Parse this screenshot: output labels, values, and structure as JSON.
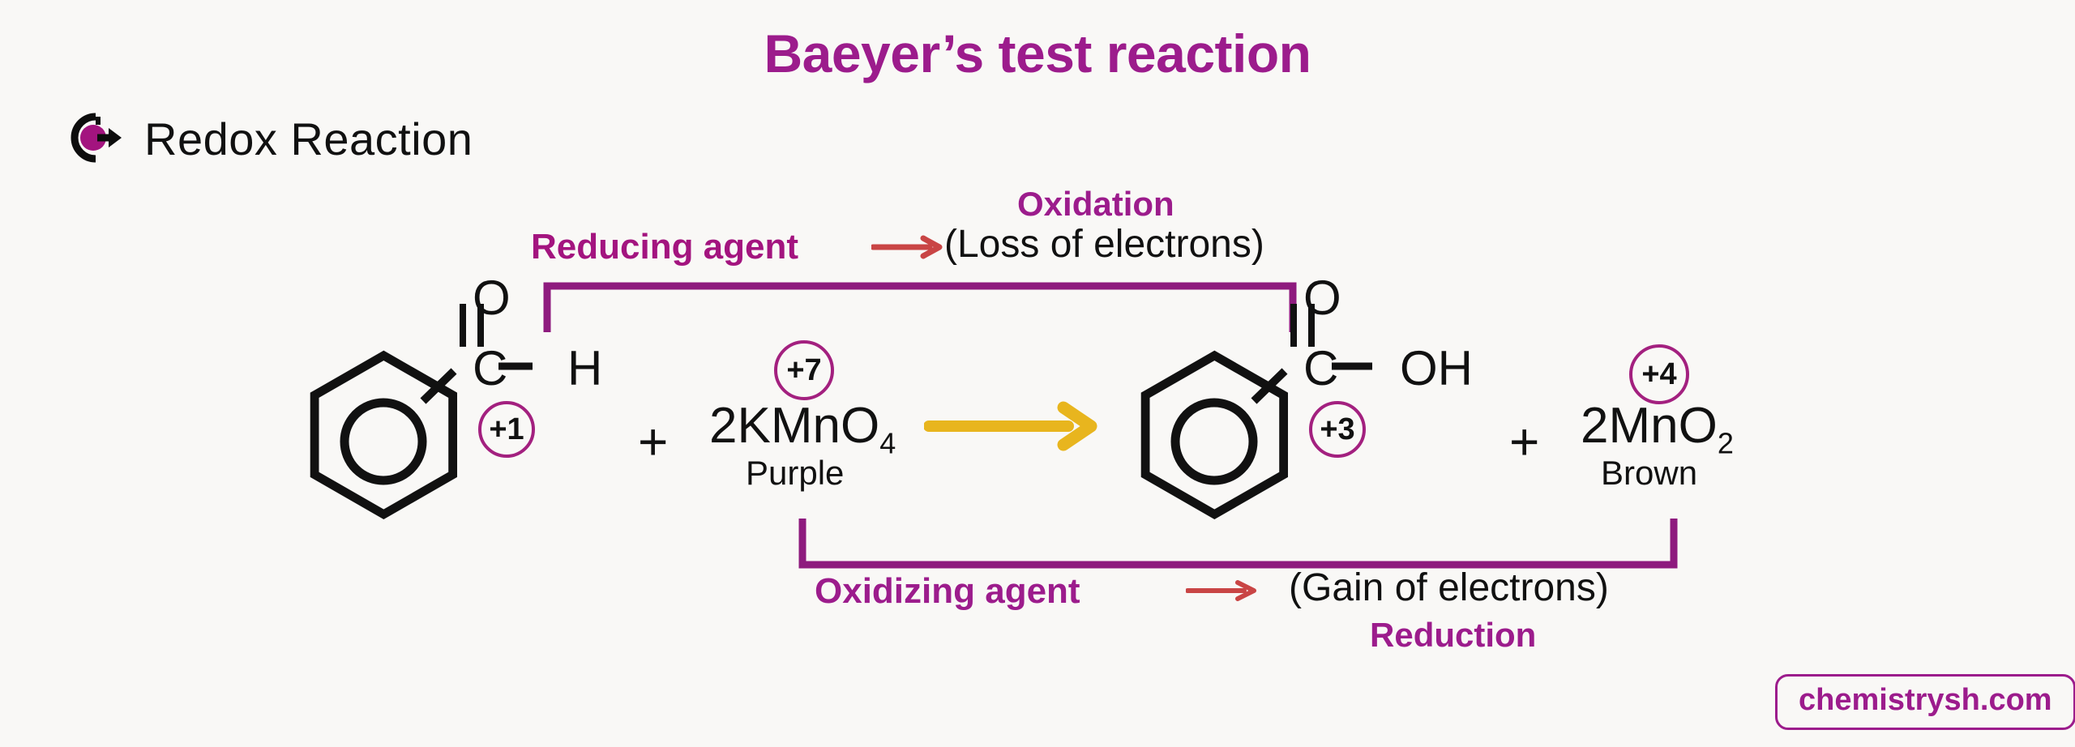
{
  "page": {
    "title": "Baeyer’s test reaction",
    "background_color": "#F9F8F6",
    "accent_purple": "#9C1C8C",
    "accent_magenta": "#A3147F",
    "arrow_yellow": "#E8B51E",
    "arrow_red": "#C94545",
    "bond_black": "#111111"
  },
  "header": {
    "label": "Redox Reaction",
    "icon": "circular-arrow-icon"
  },
  "annotations": {
    "top": {
      "process": "Oxidation",
      "agent": "Reducing agent",
      "definition": "(Loss of electrons)",
      "arrow": "red-arrow-right"
    },
    "bottom": {
      "process": "Reduction",
      "agent": "Oxidizing agent",
      "definition": "(Gain of electrons)",
      "arrow": "red-arrow-right"
    }
  },
  "reaction": {
    "arrow": "yellow-arrow-right",
    "reactants": [
      {
        "id": "benzaldehyde",
        "type": "structure",
        "ring": "benzene-ring-with-circle",
        "carbonyl_atom": "O",
        "central_atom": "C",
        "terminal_group": "H",
        "oxidation_state": "+1"
      },
      {
        "id": "potassium-permanganate",
        "type": "formula",
        "plus_sign": "+",
        "formula_main": "2KMnO",
        "formula_sub": "4",
        "oxidation_state": "+7",
        "color_note": "Purple"
      }
    ],
    "products": [
      {
        "id": "benzoic-acid",
        "type": "structure",
        "ring": "benzene-ring-with-circle",
        "carbonyl_atom": "O",
        "central_atom": "C",
        "terminal_group": "OH",
        "oxidation_state": "+3"
      },
      {
        "id": "manganese-dioxide",
        "type": "formula",
        "plus_sign": "+",
        "formula_main": "2MnO",
        "formula_sub": "2",
        "oxidation_state": "+4",
        "color_note": "Brown"
      }
    ]
  },
  "watermark": {
    "text": "chemistrysh.com"
  }
}
